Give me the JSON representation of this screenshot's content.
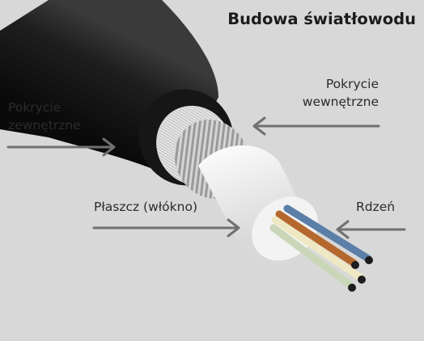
{
  "title": "Budowa światłowodu",
  "labels": {
    "outer_sheath": [
      "Pokrycie",
      "zewnętrzne"
    ],
    "inner_sheath": [
      "Pokrycie",
      "wewnętrzne"
    ],
    "cladding": "Płaszcz (włókno)",
    "core": "Rdzeń"
  },
  "colors": {
    "background": "#d8d8d8",
    "outer_jacket": "#141414",
    "inner_jacket": "#f2f2f2",
    "arrow": "#707070",
    "fibers": [
      "#5b7fa8",
      "#b5682e",
      "#c9d7b8",
      "#efe8c4",
      "#1a1a1a",
      "#1e1e1e"
    ]
  }
}
